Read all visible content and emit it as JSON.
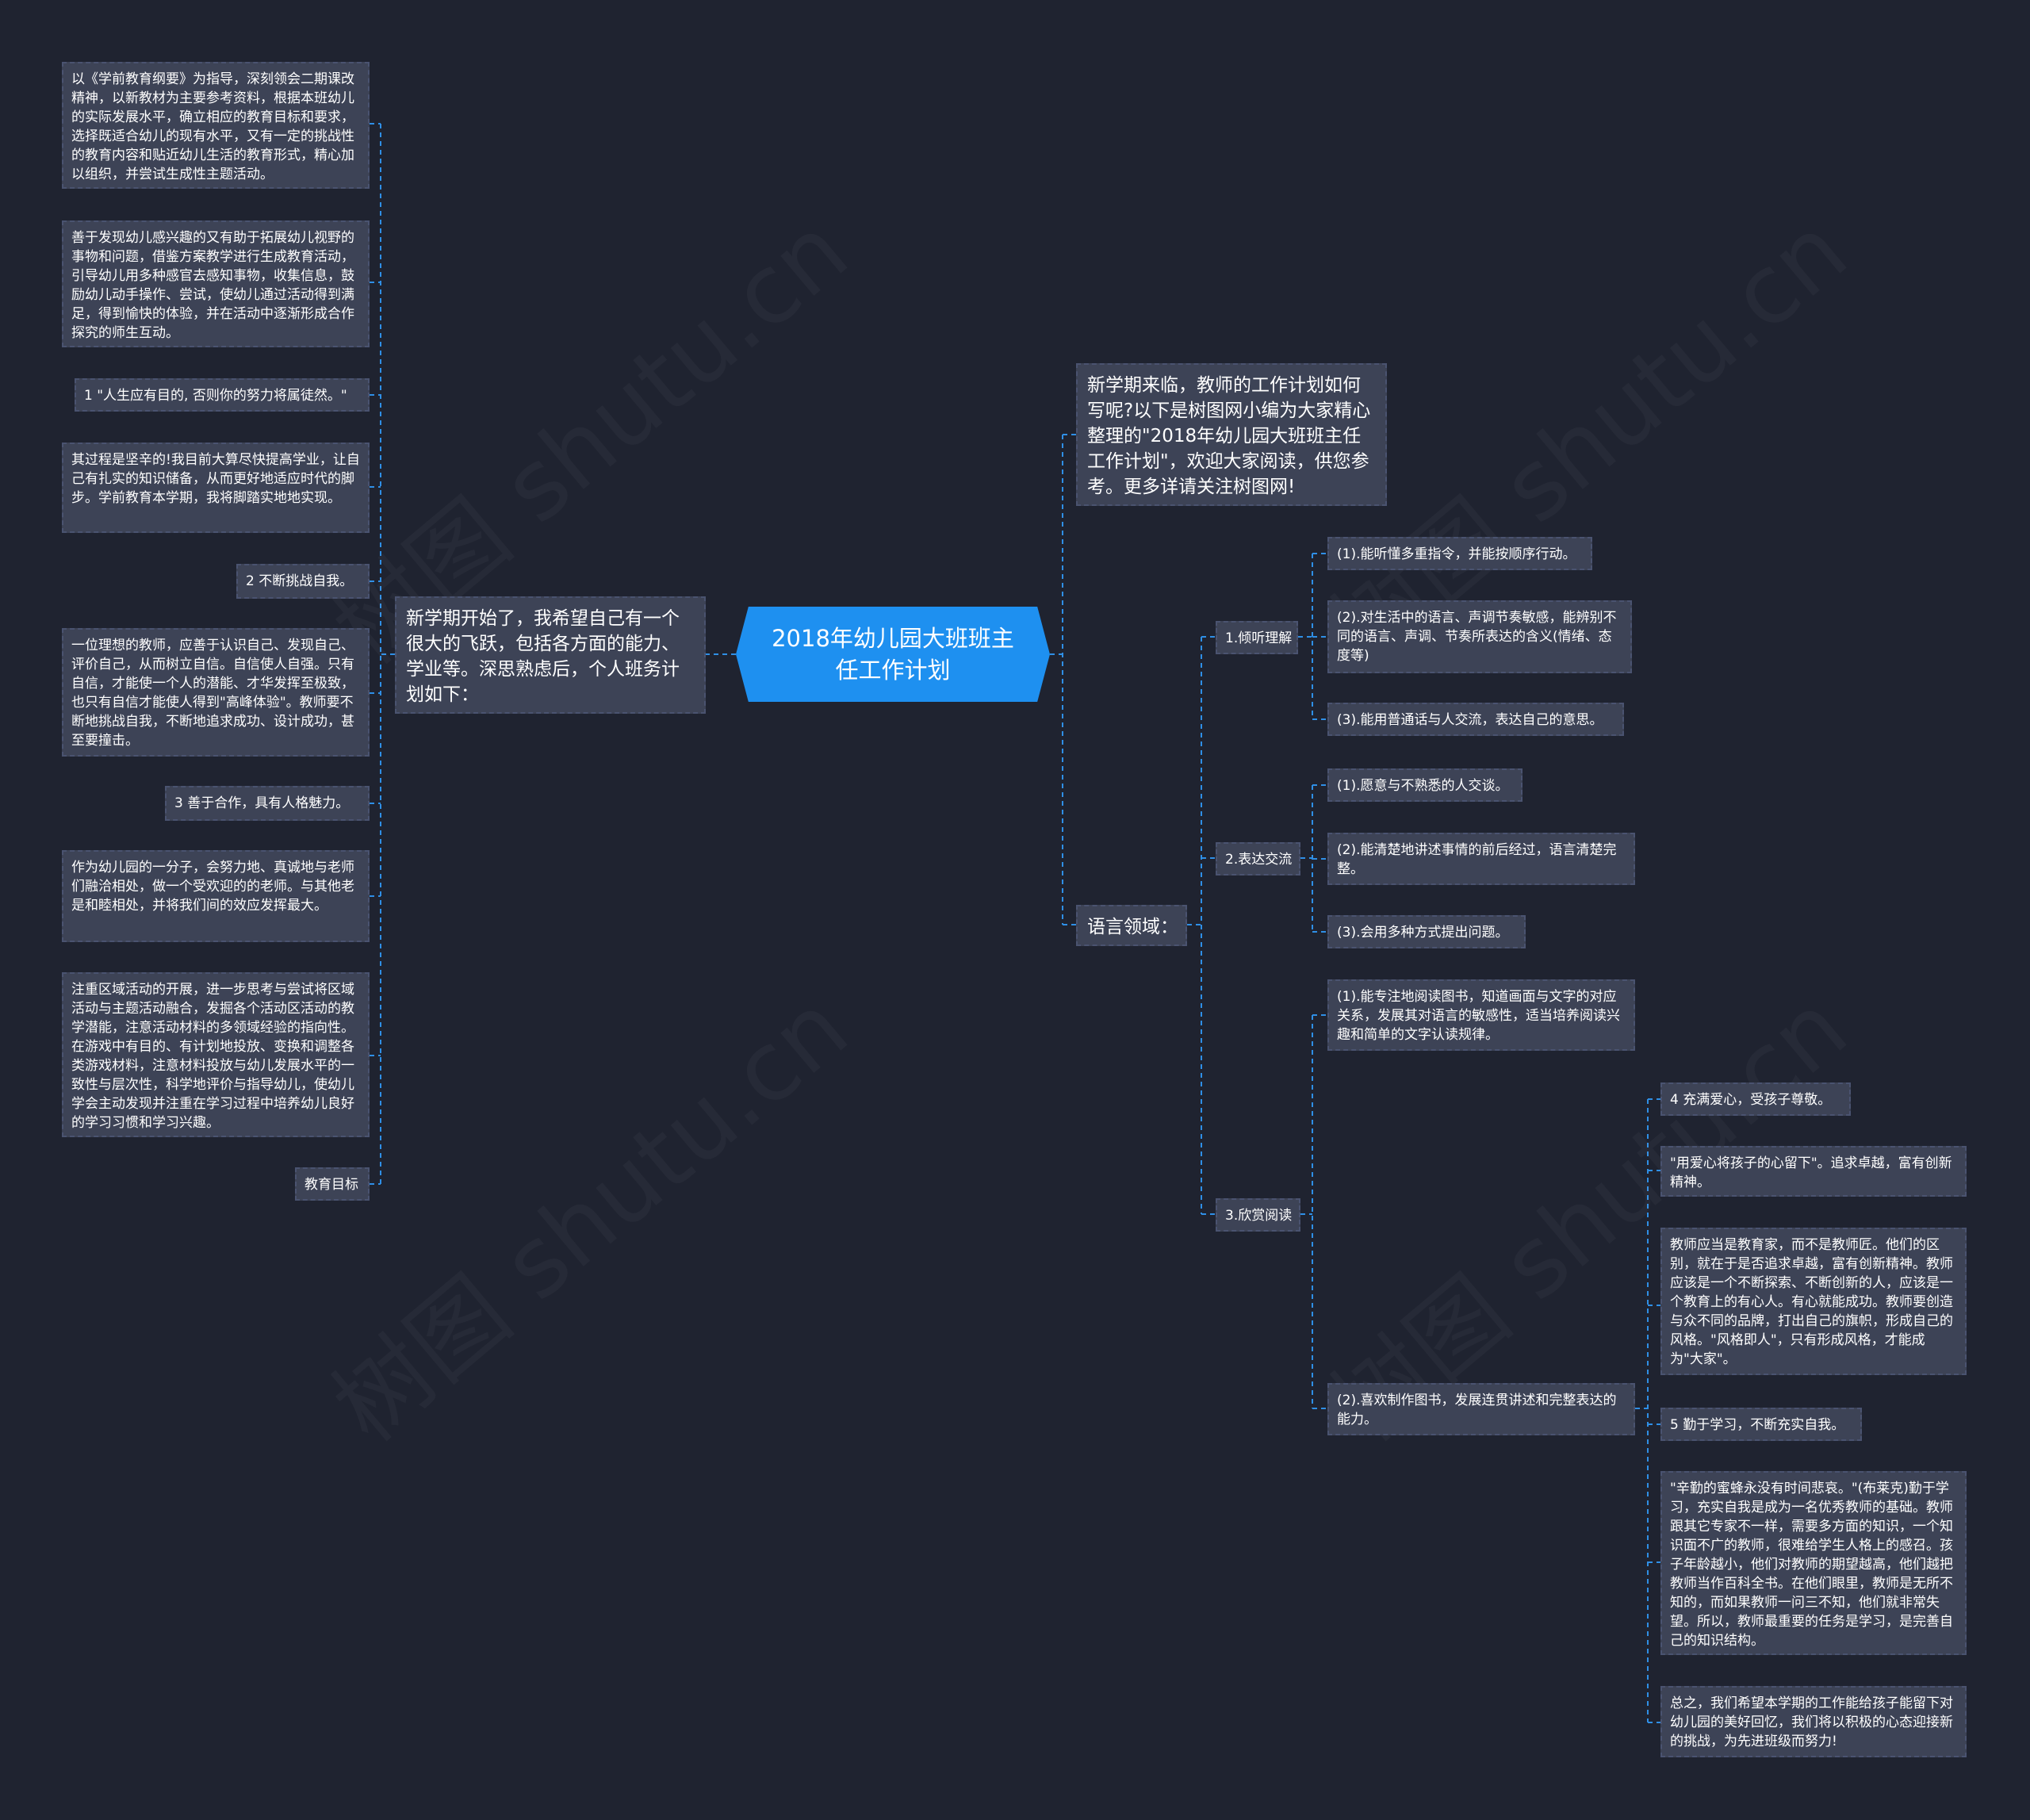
{
  "root": {
    "title": "2018年幼儿园大班班主任工作计划"
  },
  "watermark": "树图 shutu.cn",
  "left": {
    "branch": "新学期开始了，我希望自己有一个很大的飞跃，包括各方面的能力、学业等。深思熟虑后，个人班务计划如下：",
    "items": [
      "以《学前教育纲要》为指导，深刻领会二期课改精神，以新教材为主要参考资料，根据本班幼儿的实际发展水平，确立相应的教育目标和要求，选择既适合幼儿的现有水平，又有一定的挑战性的教育内容和贴近幼儿生活的教育形式，精心加以组织，并尝试生成性主题活动。",
      "善于发现幼儿感兴趣的又有助于拓展幼儿视野的事物和问题，借鉴方案教学进行生成教育活动，引导幼儿用多种感官去感知事物，收集信息，鼓励幼儿动手操作、尝试，使幼儿通过活动得到满足，得到愉快的体验，并在活动中逐渐形成合作探究的师生互动。",
      "1 \"人生应有目的, 否则你的努力将属徒然。\"",
      "其过程是坚辛的!我目前大算尽快提高学业，让自己有扎实的知识储备，从而更好地适应时代的脚步。学前教育本学期，我将脚踏实地地实现。",
      "2 不断挑战自我。",
      "一位理想的教师，应善于认识自己、发现自己、评价自己，从而树立自信。自信使人自强。只有自信，才能使一个人的潜能、才华发挥至极致，也只有自信才能使人得到\"高峰体验\"。教师要不断地挑战自我，不断地追求成功、设计成功，甚至要撞击。",
      "3 善于合作，具有人格魅力。",
      "作为幼儿园的一分子，会努力地、真诚地与老师们融洽相处，做一个受欢迎的的老师。与其他老是和睦相处，并将我们间的效应发挥最大。",
      "注重区域活动的开展，进一步思考与尝试将区域活动与主题活动融合，发掘各个活动区活动的教学潜能，注意活动材料的多领域经验的指向性。在游戏中有目的、有计划地投放、变换和调整各类游戏材料，注意材料投放与幼儿发展水平的一致性与层次性，科学地评价与指导幼儿，使幼儿学会主动发现并注重在学习过程中培养幼儿良好的学习习惯和学习兴趣。",
      "教育目标"
    ]
  },
  "right": {
    "intro": "新学期来临，教师的工作计划如何写呢?以下是树图网小编为大家精心整理的\"2018年幼儿园大班班主任工作计划\"，欢迎大家阅读，供您参考。更多详请关注树图网!",
    "domain": "语言领域：",
    "listen": {
      "label": "1.倾听理解",
      "items": [
        "(1).能听懂多重指令，并能按顺序行动。",
        "(2).对生活中的语言、声调节奏敏感，能辨别不同的语言、声调、节奏所表达的含义(情绪、态度等)",
        "(3).能用普通话与人交流，表达自己的意思。"
      ]
    },
    "express": {
      "label": "2.表达交流",
      "items": [
        "(1).愿意与不熟悉的人交谈。",
        "(2).能清楚地讲述事情的前后经过，语言清楚完整。",
        "(3).会用多种方式提出问题。"
      ]
    },
    "read": {
      "label": "3.欣赏阅读",
      "items": [
        "(1).能专注地阅读图书，知道画面与文字的对应关系，发展其对语言的敏感性，适当培养阅读兴趣和简单的文字认读规律。",
        "(2).喜欢制作图书，发展连贯讲述和完整表达的能力。"
      ],
      "sub": [
        "4 充满爱心，受孩子尊敬。",
        "\"用爱心将孩子的心留下\"。追求卓越，富有创新精神。",
        "教师应当是教育家，而不是教师匠。他们的区别，就在于是否追求卓越，富有创新精神。教师应该是一个不断探索、不断创新的人，应该是一个教育上的有心人。有心就能成功。教师要创造与众不同的品牌，打出自己的旗帜，形成自己的风格。\"风格即人\"，只有形成风格，才能成为\"大家\"。",
        "5 勤于学习，不断充实自我。",
        "\"辛勤的蜜蜂永没有时间悲哀。\"(布莱克)勤于学习，充实自我是成为一名优秀教师的基础。教师跟其它专家不一样，需要多方面的知识，一个知识面不广的教师，很难给学生人格上的感召。孩子年龄越小，他们对教师的期望越高，他们越把教师当作百科全书。在他们眼里，教师是无所不知的，而如果教师一问三不知，他们就非常失望。所以，教师最重要的任务是学习，是完善自己的知识结构。",
        "总之，我们希望本学期的工作能给孩子能留下对幼儿园的美好回忆，我们将以积极的心态迎接新的挑战，为先进班级而努力!"
      ]
    }
  },
  "colors": {
    "background": "#1f2330",
    "node": "#3d4356",
    "border": "#4a5370",
    "line": "#2f8fe6",
    "root": "#1e90f0"
  }
}
